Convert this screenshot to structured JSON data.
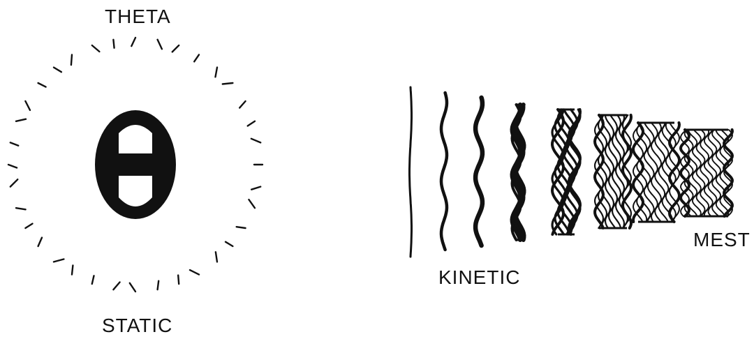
{
  "labels": {
    "theta": "THETA",
    "static": "STATIC",
    "kinetic": "KINETIC",
    "mest": "MEST"
  },
  "colors": {
    "ink": "#111111",
    "background": "#ffffff"
  },
  "symbol": {
    "name": "theta-symbol"
  }
}
